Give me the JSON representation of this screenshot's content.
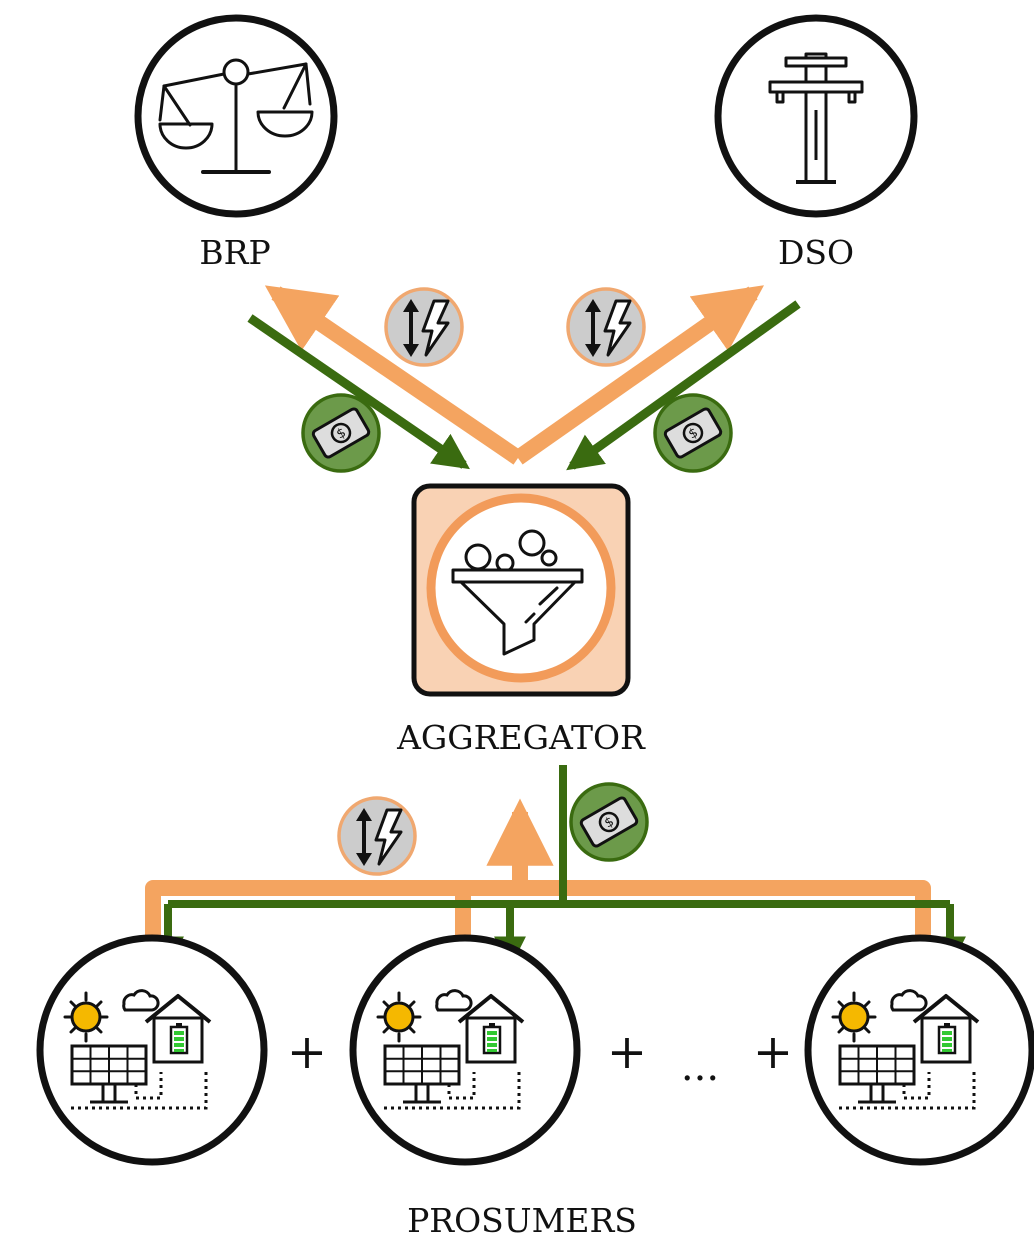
{
  "labels": {
    "brp": "BRP",
    "dso": "DSO",
    "aggregator": "AGGREGATOR",
    "prosumers": "PROSUMERS"
  },
  "operators": {
    "plus_1": "+",
    "plus_2": "+",
    "ellipsis": "...",
    "plus_3": "+"
  },
  "colors": {
    "energy_flow": "#f4a460",
    "payment_flow": "#3a6b10",
    "energy_badge_fill": "#cccccc",
    "payment_badge_fill": "#6c9a4a",
    "aggregator_box": "#f9d2b4",
    "aggregator_ring": "#f29b5a",
    "sun": "#f5b800",
    "battery": "#32c832"
  },
  "icons": {
    "brp": "balance-scale-icon",
    "dso": "power-pole-icon",
    "aggregator": "funnel-icon",
    "prosumer": "solar-house-battery-icon",
    "energy": "bidirectional-energy-icon",
    "payment": "banknote-icon"
  }
}
